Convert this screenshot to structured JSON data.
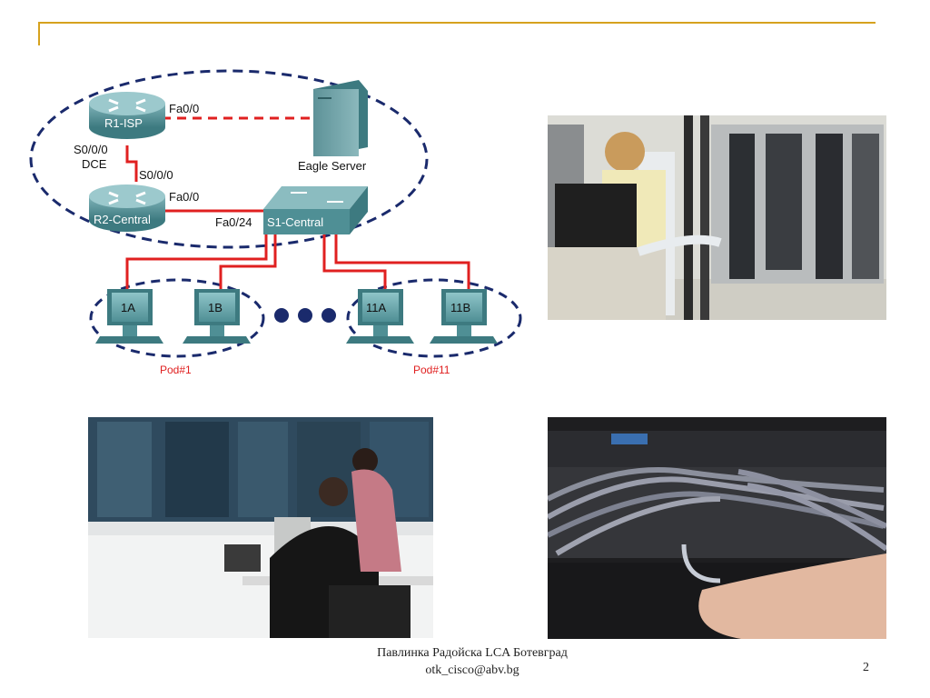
{
  "slide": {
    "footer_line1": "Павлинка Радойска LCA Ботевград",
    "footer_line2": "otk_cisco@abv.bg",
    "page_number": "2"
  },
  "topology": {
    "routers": [
      {
        "label": "R1-ISP"
      },
      {
        "label": "R2-Central"
      }
    ],
    "server": {
      "label": "Eagle Server"
    },
    "switch": {
      "label": "S1-Central"
    },
    "interfaces": {
      "r1_fa": "Fa0/0",
      "r1_serial": "S0/0/0",
      "dce": "DCE",
      "r2_serial": "S0/0/0",
      "r2_fa": "Fa0/0",
      "sw_fa": "Fa0/24"
    },
    "pcs": [
      "1A",
      "1B",
      "11A",
      "11B"
    ],
    "pods": [
      "Pod#1",
      "Pod#11"
    ]
  },
  "colors": {
    "accent": "#d6a21e",
    "link_red": "#e02020",
    "ellipse_navy": "#1a2a6c",
    "device_teal": "#4f8f95"
  }
}
